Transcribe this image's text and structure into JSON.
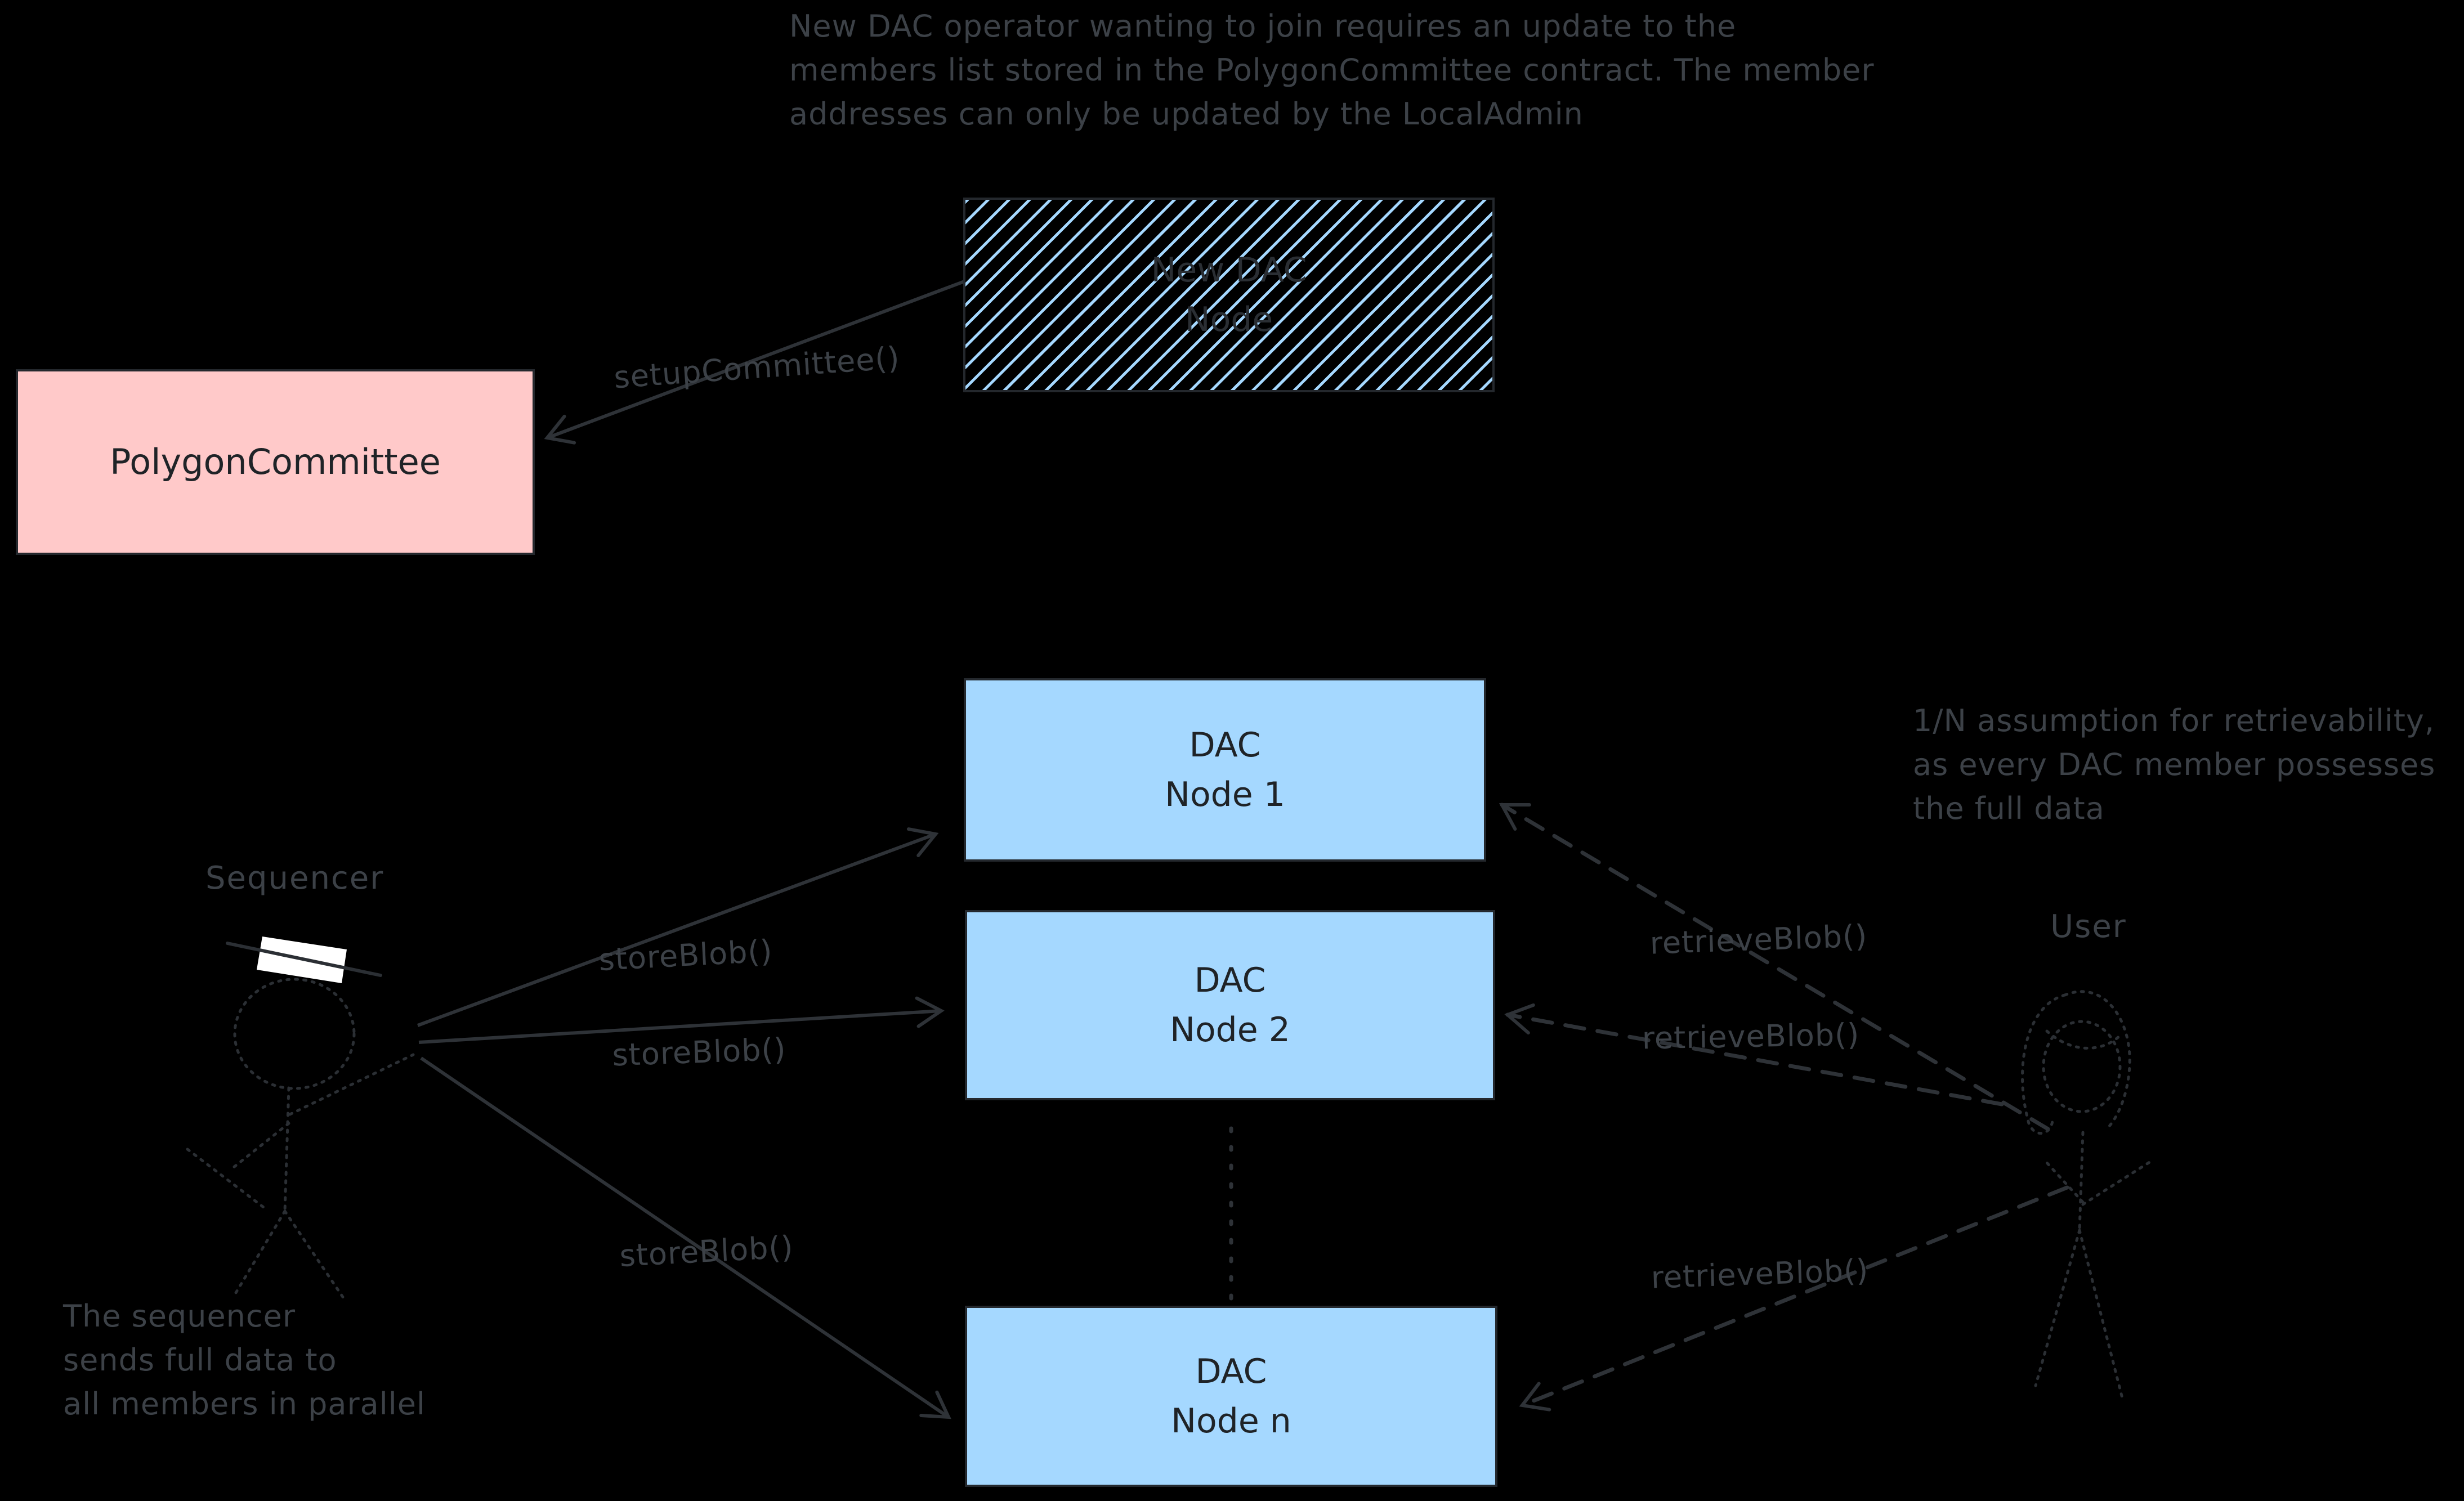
{
  "colors": {
    "background": "#000000",
    "annotation_text": "#3c4147",
    "arrow_stroke": "#2e3237",
    "box_border": "#24282d",
    "node_fill": "#a5d8ff",
    "committee_fill": "#ffc9c9",
    "hatch_stripe": "#a5d8ff",
    "box_text": "#1f2327",
    "hatched_box_text": "#2a2e33",
    "hat_white": "#ffffff"
  },
  "notes": {
    "top": {
      "lines": [
        "New DAC operator wanting to join requires an update to the",
        "members list stored in the PolygonCommittee contract. The member",
        "addresses can only be updated by the LocalAdmin"
      ]
    },
    "right": {
      "lines": [
        "1/N assumption for retrievability,",
        "as every DAC member possesses",
        "the full data"
      ]
    },
    "bottom": {
      "lines": [
        "The sequencer",
        "sends full data to",
        "all members in parallel"
      ]
    }
  },
  "actors": {
    "sequencer": "Sequencer",
    "user": "User"
  },
  "boxes": {
    "polygon_committee": {
      "label": "PolygonCommittee"
    },
    "new_dac_node": {
      "line1": "New DAC",
      "line2": "Node"
    },
    "nodes": [
      {
        "line1": "DAC",
        "line2": "Node 1"
      },
      {
        "line1": "DAC",
        "line2": "Node 2"
      },
      {
        "line1": "DAC",
        "line2": "Node n"
      }
    ]
  },
  "calls": {
    "setup": "setupCommittee()",
    "store": [
      "storeBlob()",
      "storeBlob()",
      "storeBlob()"
    ],
    "retrieve": [
      "retrieveBlob()",
      "retrieveBlob()",
      "retrieveBlob()"
    ]
  }
}
